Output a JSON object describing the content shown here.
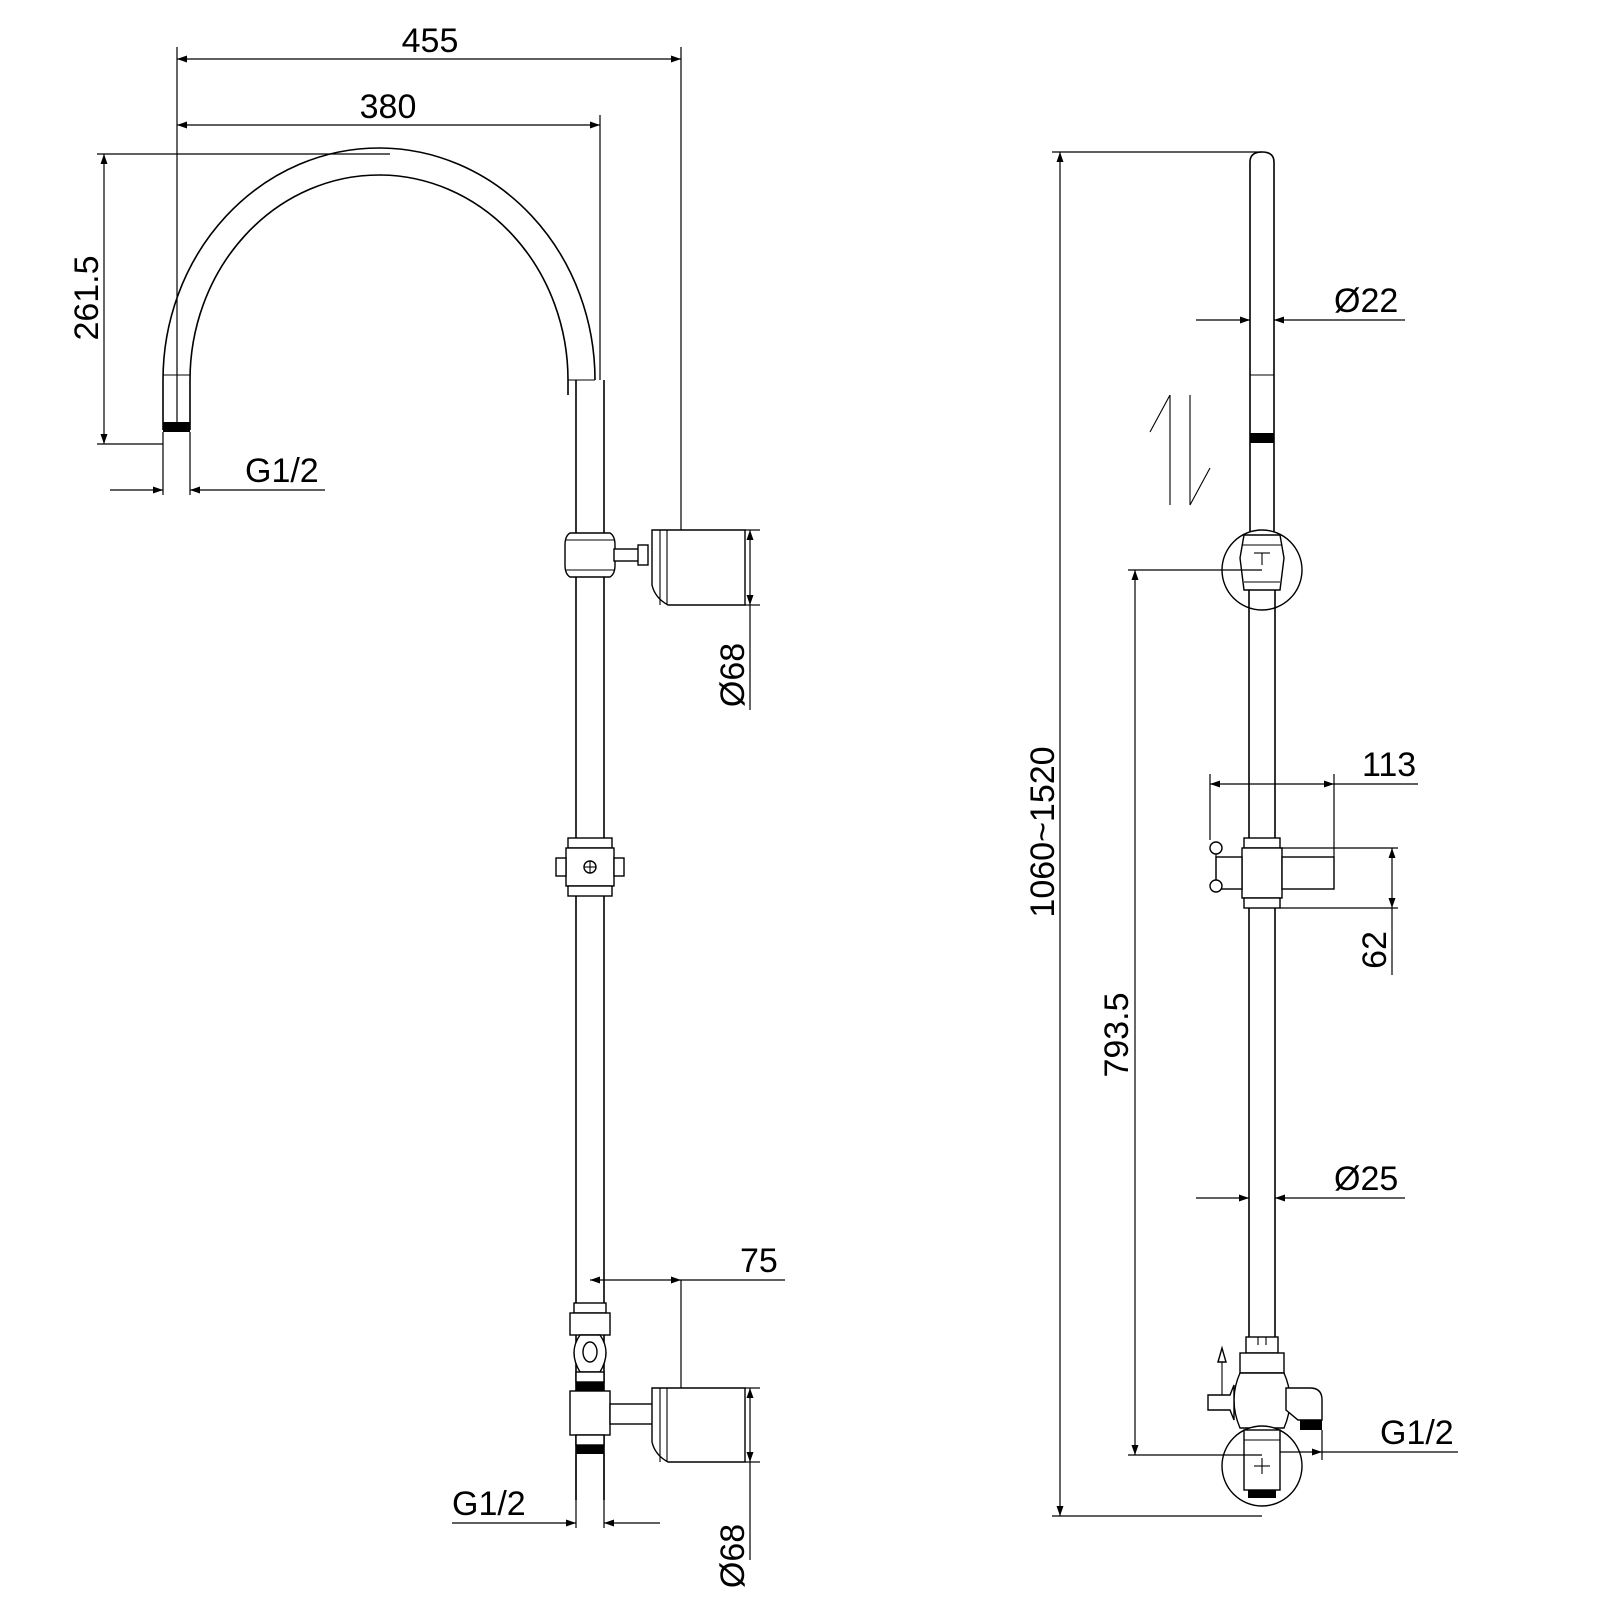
{
  "colors": {
    "line": "#000000",
    "background": "#ffffff"
  },
  "front_view": {
    "dim_overall_width": "455",
    "dim_arm_width": "380",
    "dim_arm_height": "261.5",
    "thread_head": "G1/2",
    "bracket_diameter_upper": "Ø68",
    "offset_lower": "75",
    "thread_inlet": "G1/2",
    "bracket_diameter_lower": "Ø68"
  },
  "side_view": {
    "upper_pipe_diameter": "Ø22",
    "total_height_range": "1060~1520",
    "slider_depth": "113",
    "slider_height": "62",
    "center_distance": "793.5",
    "lower_pipe_diameter": "Ø25",
    "thread_outlet": "G1/2"
  }
}
